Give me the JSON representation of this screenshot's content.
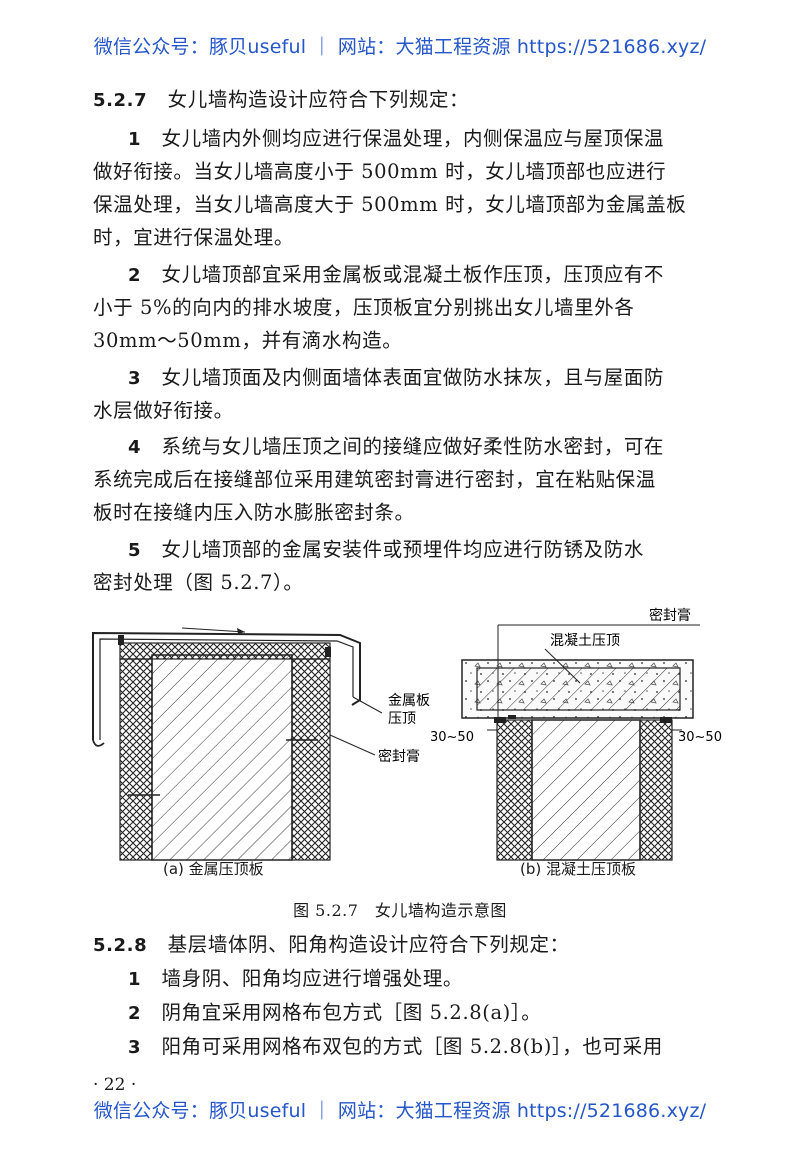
{
  "watermark": {
    "top": "微信公众号：豚贝useful ｜ 网站：大猫工程资源 https://521686.xyz/",
    "bottom": "微信公众号：豚贝useful ｜ 网站：大猫工程资源 https://521686.xyz/"
  },
  "clause_527": {
    "number": "5.2.7",
    "title": "女儿墙构造设计应符合下列规定：",
    "items": [
      {
        "no": "1",
        "lines": [
          "女儿墙内外侧均应进行保温处理，内侧保温应与屋顶保温",
          "做好衔接。当女儿墙高度小于 500mm 时，女儿墙顶部也应进行",
          "保温处理，当女儿墙高度大于 500mm 时，女儿墙顶部为金属盖板",
          "时，宜进行保温处理。"
        ]
      },
      {
        "no": "2",
        "lines": [
          "女儿墙顶部宜采用金属板或混凝土板作压顶，压顶应有不",
          "小于 5%的向内的排水坡度，压顶板宜分别挑出女儿墙里外各",
          "30mm～50mm，并有滴水构造。"
        ]
      },
      {
        "no": "3",
        "lines": [
          "女儿墙顶面及内侧面墙体表面宜做防水抹灰，且与屋面防",
          "水层做好衔接。"
        ]
      },
      {
        "no": "4",
        "lines": [
          "系统与女儿墙压顶之间的接缝应做好柔性防水密封，可在",
          "系统完成后在接缝部位采用建筑密封膏进行密封，宜在粘贴保温",
          "板时在接缝内压入防水膨胀密封条。"
        ]
      },
      {
        "no": "5",
        "lines": [
          "女儿墙顶部的金属安装件或预埋件均应进行防锈及防水",
          "密封处理（图 5.2.7）。"
        ]
      }
    ]
  },
  "figure": {
    "label_a_metal1": "金属板",
    "label_a_metal2": "压顶",
    "label_a_sealant": "密封膏",
    "label_b_sealant": "密封膏",
    "label_b_concrete": "混凝土压顶",
    "dim_left": "30~50",
    "dim_right": "30~50",
    "caption_a": "(a) 金属压顶板",
    "caption_b": "(b) 混凝土压顶板",
    "caption": "图 5.2.7　女儿墙构造示意图"
  },
  "clause_528": {
    "number": "5.2.8",
    "title": "基层墙体阴、阳角构造设计应符合下列规定：",
    "items": [
      {
        "no": "1",
        "text": "墙身阴、阳角均应进行增强处理。"
      },
      {
        "no": "2",
        "text": "阴角宜采用网格布包方式［图 5.2.8(a)］。"
      },
      {
        "no": "3",
        "text": "阳角可采用网格布双包的方式［图 5.2.8(b)］，也可采用"
      }
    ]
  },
  "page_number": "· 22 ·"
}
